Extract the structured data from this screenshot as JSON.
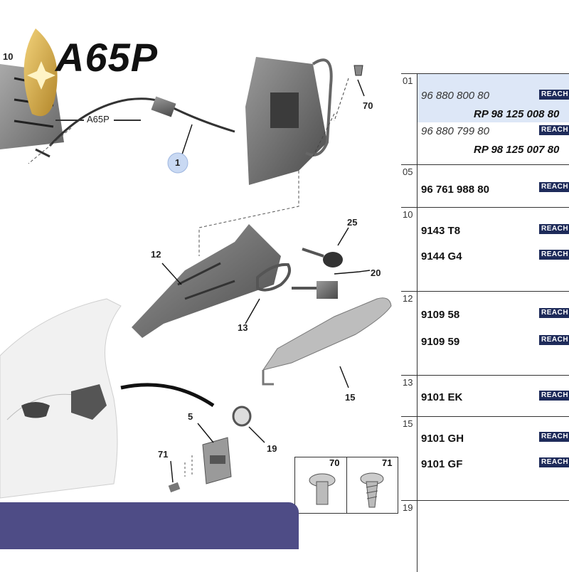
{
  "watermark": {
    "logo_text": "A65P",
    "sub_text": "A65P"
  },
  "callouts": {
    "c1": "1",
    "c5": "5",
    "c10": "10",
    "c12": "12",
    "c13": "13",
    "c15": "15",
    "c19": "19",
    "c20": "20",
    "c25": "25",
    "c70": "70",
    "c71": "71"
  },
  "screws_box": {
    "label_70": "70",
    "label_71": "71"
  },
  "parts_table": {
    "badge_text": "REACH",
    "rows": [
      {
        "num": "01",
        "refs": [
          "96 880 800 80",
          "RP 98 125 008 80",
          "96 880 799 80",
          "RP 98 125 007 80"
        ]
      },
      {
        "num": "05",
        "refs": [
          "96 761 988 80"
        ]
      },
      {
        "num": "10",
        "refs": [
          "9143 T8",
          "9144 G4"
        ]
      },
      {
        "num": "12",
        "refs": [
          "9109 58",
          "9109 59"
        ]
      },
      {
        "num": "13",
        "refs": [
          "9101 EK"
        ]
      },
      {
        "num": "15",
        "refs": [
          "9101 GH",
          "9101 GF"
        ]
      },
      {
        "num": "19",
        "refs": []
      }
    ]
  },
  "colors": {
    "reach_badge": "#1e2b5a",
    "highlight": "#dde7f7",
    "bottom_band": "#4e4c86",
    "callout_1_bubble": "#c9d9f3"
  }
}
